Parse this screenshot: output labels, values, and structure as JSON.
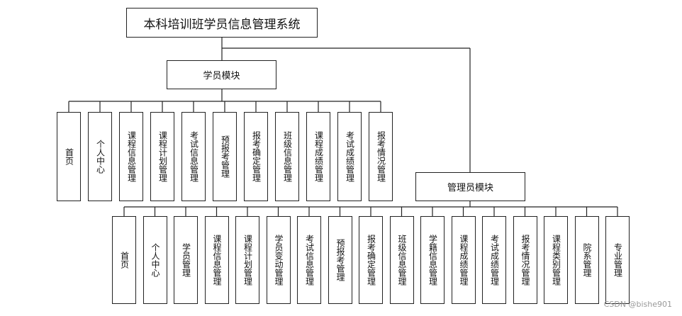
{
  "title": "本科培训班学员信息管理系统",
  "modules": [
    {
      "name": "学员模块",
      "items": [
        "首页",
        "个人中心",
        "课程信息管理",
        "课程计划管理",
        "考试信息管理",
        "预报考管理",
        "报考确定管理",
        "班级信息管理",
        "课程成绩管理",
        "考试成绩管理",
        "报考情况管理"
      ]
    },
    {
      "name": "管理员模块",
      "items": [
        "首页",
        "个人中心",
        "学员管理",
        "课程信息管理",
        "课程计划管理",
        "学员变动管理",
        "考试信息管理",
        "预报考管理",
        "报考确定管理",
        "班级信息管理",
        "学籍信息管理",
        "课程成绩管理",
        "考试成绩管理",
        "报考情况管理",
        "课程类别管理",
        "院系管理",
        "专业管理"
      ]
    }
  ],
  "watermark": "CSDN @bishe901"
}
